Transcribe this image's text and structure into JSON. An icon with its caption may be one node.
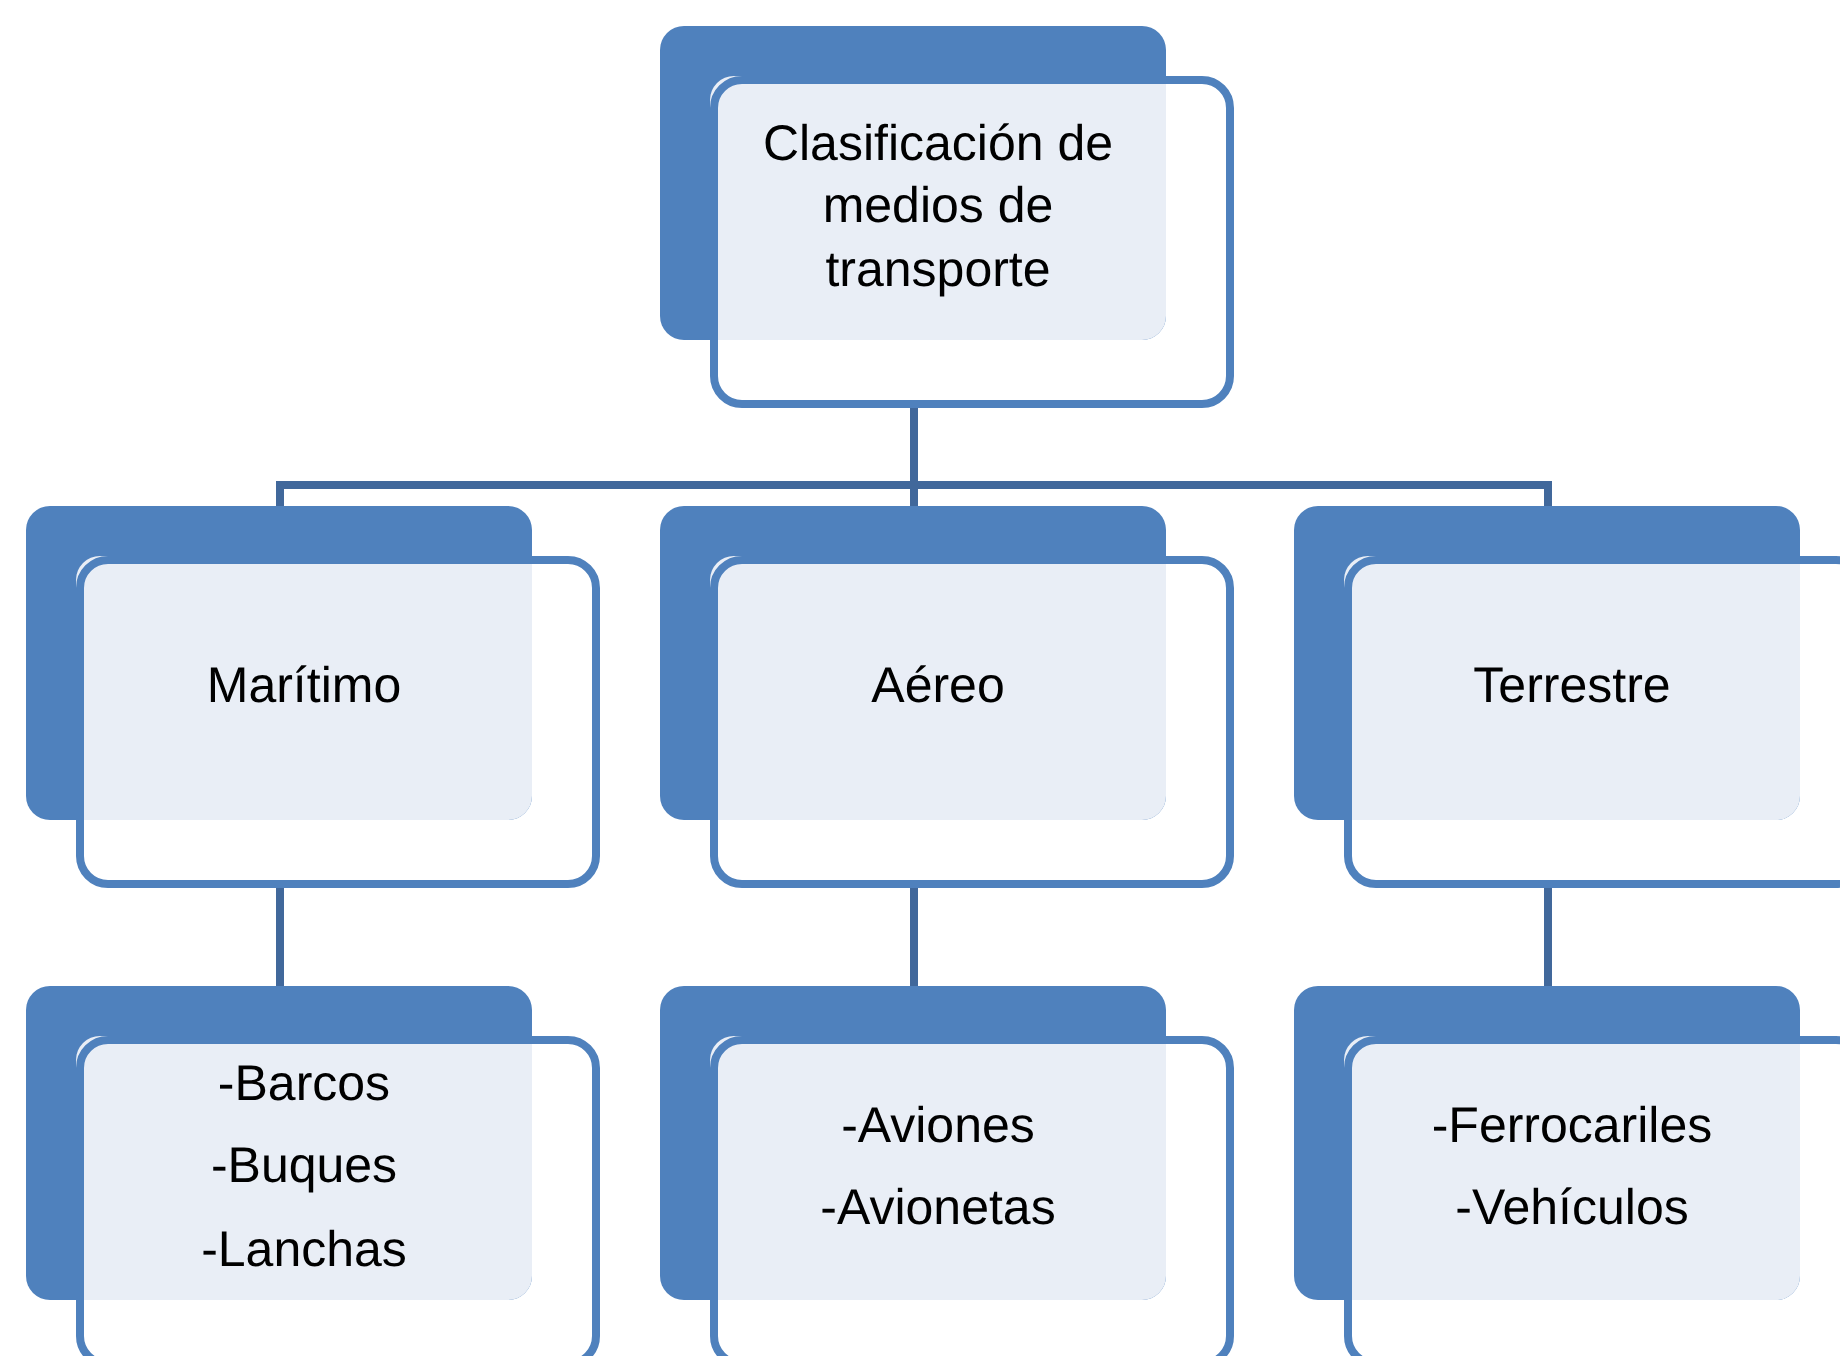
{
  "diagram": {
    "nodes": [
      {
        "text": [
          "Clasificación de medios de transporte"
        ]
      },
      {
        "text": [
          "Marítimo"
        ]
      },
      {
        "text": [
          "Aéreo"
        ]
      },
      {
        "text": [
          "Terrestre"
        ]
      },
      {
        "text": [
          "-Barcos",
          "-Buques",
          "-Lanchas"
        ]
      },
      {
        "text": [
          "-Aviones",
          "-Avionetas"
        ]
      },
      {
        "text": [
          "-Ferrocariles",
          "-Vehículos"
        ]
      }
    ],
    "edges": [
      {
        "from": 0,
        "to": 1,
        "arrow": "none"
      },
      {
        "from": 0,
        "to": 2,
        "arrow": "none"
      },
      {
        "from": 0,
        "to": 3,
        "arrow": "none"
      },
      {
        "from": 1,
        "to": 4,
        "arrow": "none"
      },
      {
        "from": 2,
        "to": 5,
        "arrow": "none"
      },
      {
        "from": 3,
        "to": 6,
        "arrow": "none"
      }
    ]
  }
}
